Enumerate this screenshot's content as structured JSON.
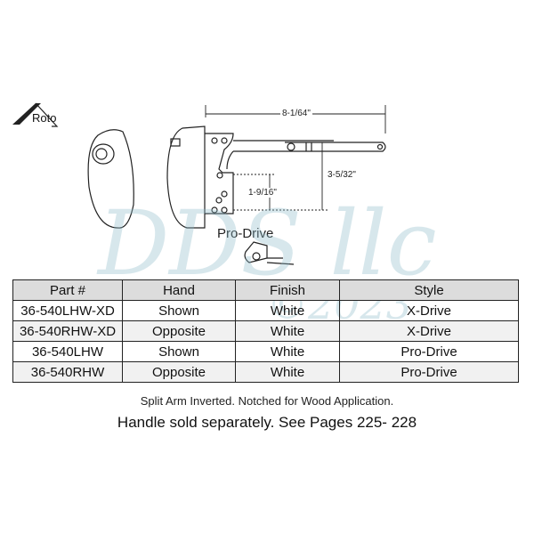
{
  "logo": {
    "text": "Roto"
  },
  "diagram": {
    "dimensions": {
      "overall_length": "8-1/64\"",
      "arm_height": "3-5/32\"",
      "base_height": "1-9/16\""
    },
    "pro_drive_label": "Pro-Drive"
  },
  "watermark": {
    "text": "DDS llc",
    "year": "©2023"
  },
  "table": {
    "headers": [
      "Part #",
      "Hand",
      "Finish",
      "Style"
    ],
    "rows": [
      [
        "36-540LHW-XD",
        "Shown",
        "White",
        "X-Drive"
      ],
      [
        "36-540RHW-XD",
        "Opposite",
        "White",
        "X-Drive"
      ],
      [
        "36-540LHW",
        "Shown",
        "White",
        "Pro-Drive"
      ],
      [
        "36-540RHW",
        "Opposite",
        "White",
        "Pro-Drive"
      ]
    ]
  },
  "notes": {
    "line1": "Split Arm Inverted. Notched for Wood Application.",
    "line2": "Handle sold separately. See Pages 225- 228"
  }
}
